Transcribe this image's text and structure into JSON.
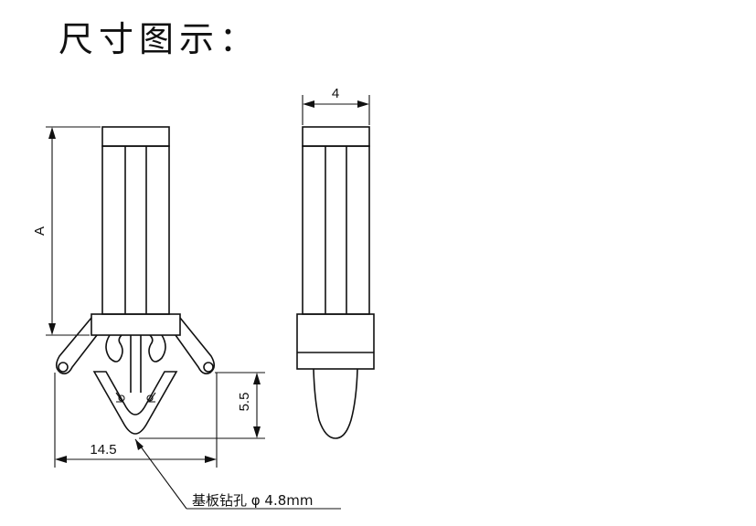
{
  "title": "尺寸图示：",
  "dimensions": {
    "height": "A",
    "width_side": "4",
    "span": "14.5",
    "barb": "5.5"
  },
  "callout": {
    "hole": "基板钻孔 φ 4.8mm"
  }
}
